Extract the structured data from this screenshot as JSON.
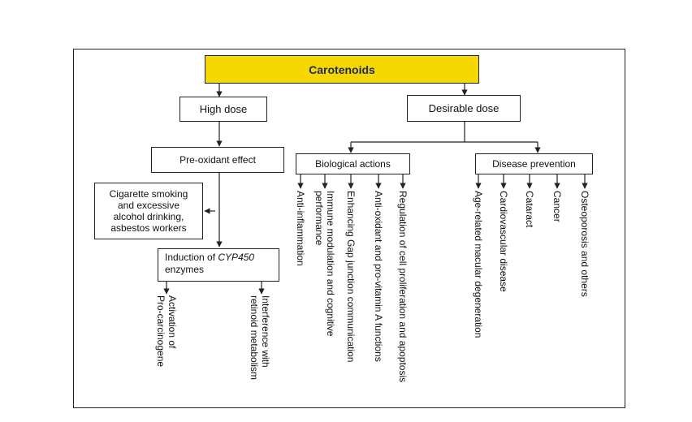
{
  "diagram": {
    "root": "Carotenoids",
    "high_dose": "High dose",
    "desirable_dose": "Desirable dose",
    "pro_oxidant": "Pre-oxidant effect",
    "risk_factors": [
      "Cigarette smoking",
      "and  excessive",
      "alcohol drinking,",
      "asbestos workers"
    ],
    "induction_prefix": "Induction of ",
    "induction_enzyme": "CYP450",
    "induction_suffix": "enzymes",
    "induction_outcomes": [
      [
        "Activation of",
        "Pro-carcinogene"
      ],
      [
        "Interference with",
        "retinoid metabolism"
      ]
    ],
    "biological_actions": "Biological actions",
    "biological_items": [
      [
        "Anti-inflammation"
      ],
      [
        "Immune modulation and cognitive",
        "performance"
      ],
      [
        "Enhancing Gap junction communication"
      ],
      [
        "Anti-oxidant and pro-vitamin A functions"
      ],
      [
        "Regulation of cell proliferation and apoptosis"
      ]
    ],
    "disease_prevention": "Disease prevention",
    "disease_items": [
      [
        "Age-related macular degeneration"
      ],
      [
        "Cardiovascular disease"
      ],
      [
        "Cataract"
      ],
      [
        "Cancer"
      ],
      [
        "Osteoporosis and others"
      ]
    ]
  }
}
